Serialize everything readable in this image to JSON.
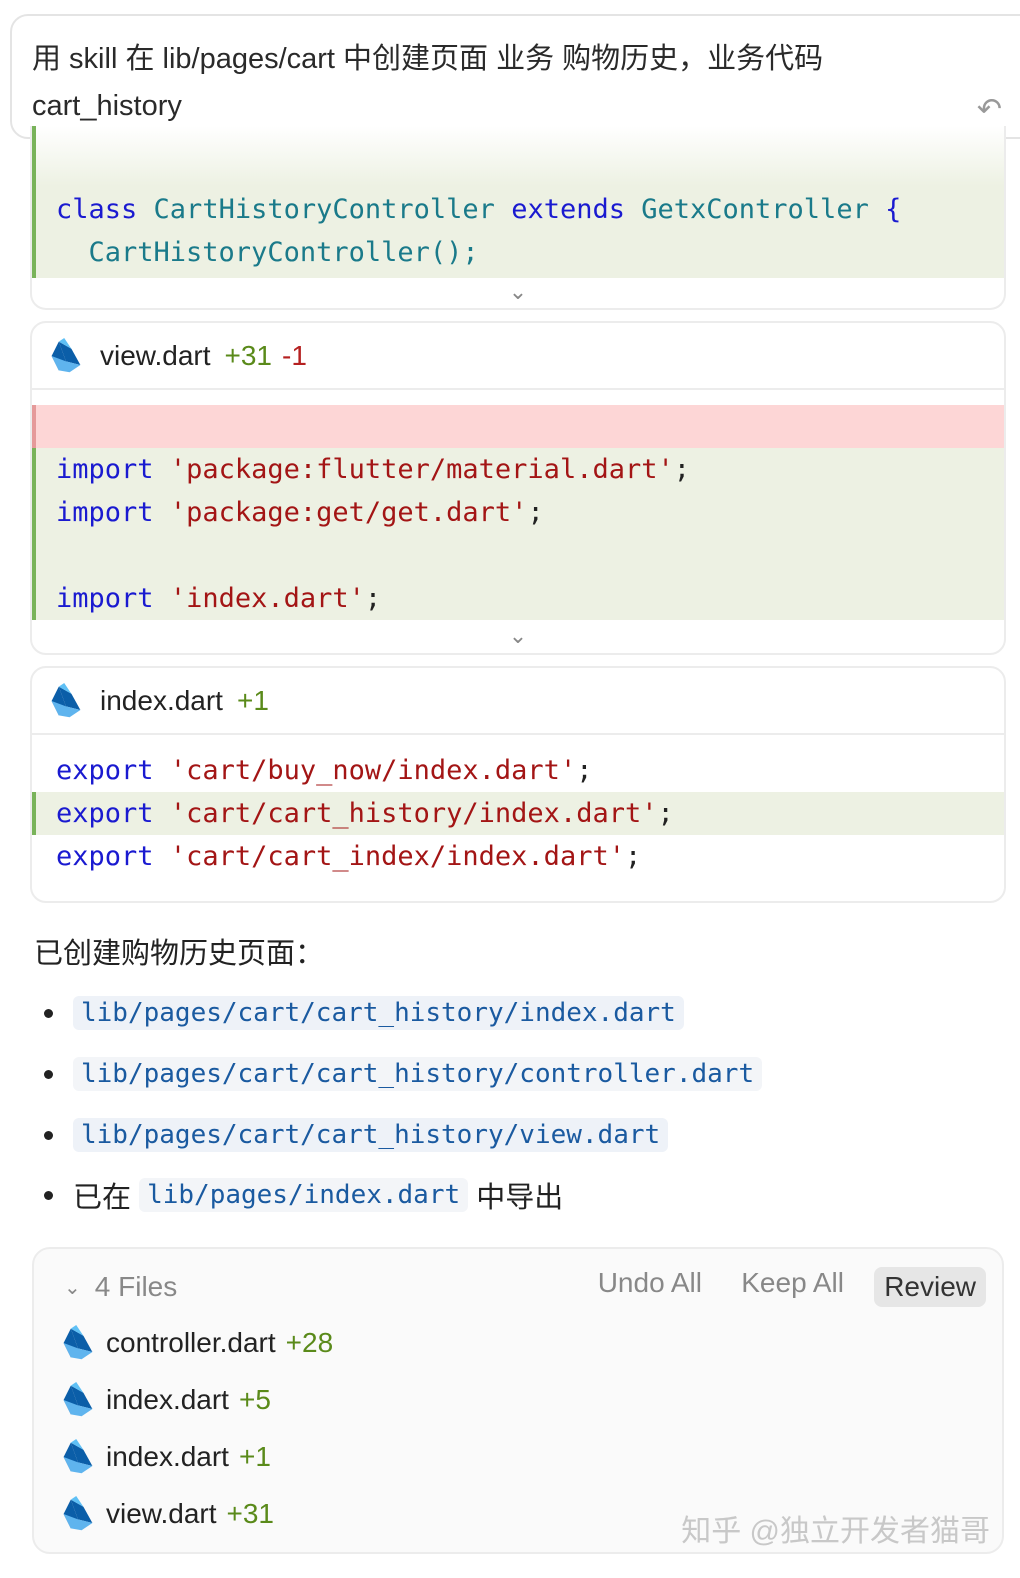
{
  "user_message": {
    "line1": "用 skill 在 lib/pages/cart 中创建页面 业务 购物历史，业务代码",
    "line2": "cart_history",
    "undo_icon": "undo-arrow-icon"
  },
  "card1": {
    "lines": [
      {
        "kw": "class",
        "cls": "CartHistoryController",
        "kw2": "extends",
        "cls2": "GetxController",
        "tail": " {"
      },
      {
        "text": "  CartHistoryController();"
      }
    ]
  },
  "card2": {
    "file": "view.dart",
    "added": "+31",
    "removed": "-1",
    "lines": [
      {
        "kw": "import",
        "str": "'package:flutter/material.dart'",
        "tail": ";"
      },
      {
        "kw": "import",
        "str": "'package:get/get.dart'",
        "tail": ";"
      },
      {
        "kw": "import",
        "str": "'index.dart'",
        "tail": ";"
      }
    ]
  },
  "card3": {
    "file": "index.dart",
    "added": "+1",
    "lines": [
      {
        "kw": "export",
        "str": "'cart/buy_now/index.dart'",
        "tail": ";"
      },
      {
        "kw": "export",
        "str": "'cart/cart_history/index.dart'",
        "tail": ";"
      },
      {
        "kw": "export",
        "str": "'cart/cart_index/index.dart'",
        "tail": ";"
      }
    ]
  },
  "summary": {
    "title": "已创建购物历史页面：",
    "items": [
      "lib/pages/cart/cart_history/index.dart",
      "lib/pages/cart/cart_history/controller.dart",
      "lib/pages/cart/cart_history/view.dart"
    ],
    "last_prefix": "已在",
    "last_code": "lib/pages/index.dart",
    "last_suffix": "中导出"
  },
  "files_panel": {
    "title": "4 Files",
    "undo_all": "Undo All",
    "keep_all": "Keep All",
    "review": "Review",
    "files": [
      {
        "name": "controller.dart",
        "added": "+28"
      },
      {
        "name": "index.dart",
        "added": "+5"
      },
      {
        "name": "index.dart",
        "added": "+1"
      },
      {
        "name": "view.dart",
        "added": "+31"
      }
    ]
  },
  "watermark": "知乎 @独立开发者猫哥",
  "colors": {
    "added": "#5a8a1a",
    "removed": "#b52020",
    "keyword": "#1a1ad0",
    "string": "#a31515",
    "class": "#1a7a8a"
  }
}
